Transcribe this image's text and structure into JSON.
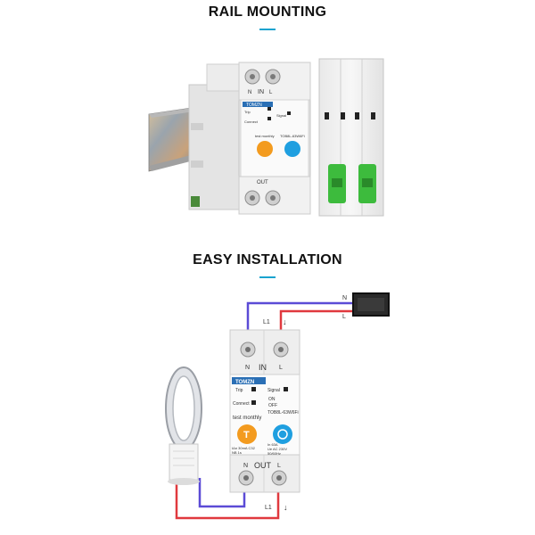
{
  "sections": {
    "top": {
      "title": "RAIL MOUNTING"
    },
    "bottom": {
      "title": "EASY INSTALLATION"
    }
  },
  "device": {
    "brand": "TOMZN",
    "model": "TOB8L-63W6Fi",
    "terminal_n": "N",
    "terminal_l": "L",
    "label_in": "IN",
    "label_out": "OUT",
    "trip": "Trip",
    "connect": "Connect",
    "signal": "Signal",
    "on": "ON",
    "off": "OFF",
    "test_monthly": "test monthly",
    "test_symbol": "T",
    "spec_left_1": "IΔn 30mA C32",
    "spec_left_2": "NB 1s",
    "spec_right_1": "In 63A",
    "spec_right_2": "Ue AC 230V",
    "spec_right_3": "50/60Hz"
  },
  "wiring": {
    "wire_n": "N",
    "wire_l": "L",
    "top_l1": "L1",
    "bottom_l1": "L1",
    "arrow": "↓"
  },
  "colors": {
    "accent": "#19a3cf",
    "neutral_wire": "#5b4bd6",
    "live_wire": "#e0393e",
    "test_button": "#f39b1f",
    "reset_button": "#1f9fe0",
    "brand_label": "#2a6fb5",
    "lever_green": "#3dbb3d"
  },
  "icons": {
    "fan": "bladeless-fan-icon",
    "source": "power-source-box-icon"
  }
}
